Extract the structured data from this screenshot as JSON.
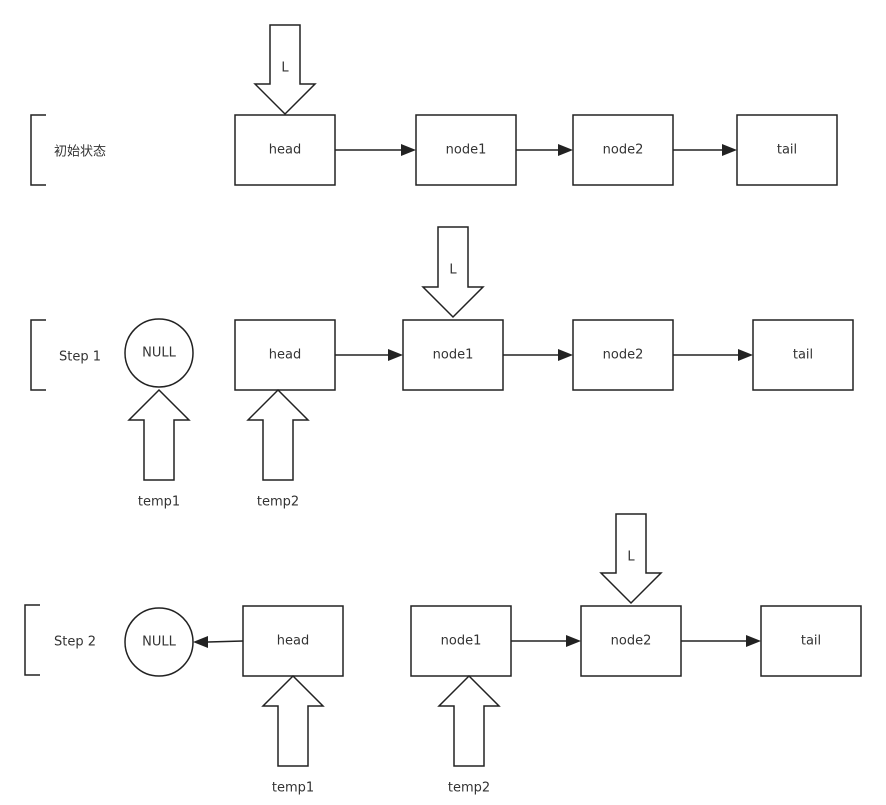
{
  "colors": {
    "stroke": "#222222",
    "text": "#333333",
    "background": "#ffffff"
  },
  "states": [
    {
      "label": "初始状态",
      "nodes": [
        {
          "id": "head",
          "label": "head"
        },
        {
          "id": "node1",
          "label": "node1"
        },
        {
          "id": "node2",
          "label": "node2"
        },
        {
          "id": "tail",
          "label": "tail"
        }
      ],
      "links": [
        [
          "head",
          "node1"
        ],
        [
          "node1",
          "node2"
        ],
        [
          "node2",
          "tail"
        ]
      ],
      "pointers": [
        {
          "label": "L",
          "target": "head"
        }
      ]
    },
    {
      "label": "Step 1",
      "nodes": [
        {
          "id": "null",
          "label": "NULL"
        },
        {
          "id": "head",
          "label": "head"
        },
        {
          "id": "node1",
          "label": "node1"
        },
        {
          "id": "node2",
          "label": "node2"
        },
        {
          "id": "tail",
          "label": "tail"
        }
      ],
      "links": [
        [
          "head",
          "node1"
        ],
        [
          "node1",
          "node2"
        ],
        [
          "node2",
          "tail"
        ]
      ],
      "pointers": [
        {
          "label": "L",
          "target": "node1"
        },
        {
          "label": "temp1",
          "target": "null"
        },
        {
          "label": "temp2",
          "target": "head"
        }
      ]
    },
    {
      "label": "Step 2",
      "nodes": [
        {
          "id": "null",
          "label": "NULL"
        },
        {
          "id": "head",
          "label": "head"
        },
        {
          "id": "node1",
          "label": "node1"
        },
        {
          "id": "node2",
          "label": "node2"
        },
        {
          "id": "tail",
          "label": "tail"
        }
      ],
      "links": [
        [
          "head",
          "null"
        ],
        [
          "node1",
          "node2"
        ],
        [
          "node2",
          "tail"
        ]
      ],
      "pointers": [
        {
          "label": "L",
          "target": "node2"
        },
        {
          "label": "temp1",
          "target": "head"
        },
        {
          "label": "temp2",
          "target": "node1"
        }
      ]
    }
  ]
}
